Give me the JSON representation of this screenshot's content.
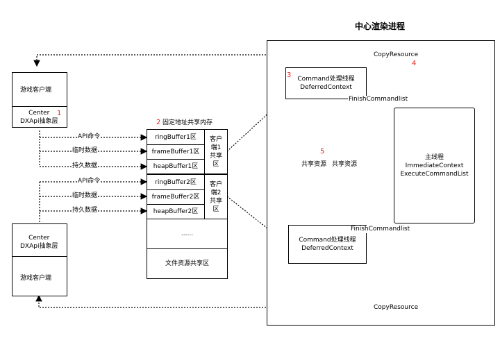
{
  "title": "中心渲染进程",
  "client_top": {
    "name": "游戏客户端",
    "api_layer": "Center\nDXApi抽象层",
    "marker": "1"
  },
  "client_bottom": {
    "name": "游戏客户端",
    "api_layer": "Center\nDXApi抽象层"
  },
  "shared_memory": {
    "header": "固定地址共享内存",
    "marker": "2",
    "group1_rows": [
      "ringBuffer1区",
      "frameBuffer1区",
      "heapBuffer1区"
    ],
    "group1_label": "客户\n端1\n共享\n区",
    "group2_rows": [
      "ringBuffer2区",
      "frameBuffer2区",
      "heapBuffer2区"
    ],
    "group2_label": "客户\n端2\n共享\n区",
    "ellipsis": "......",
    "file_area": "文件资源共享区"
  },
  "arrows_top": [
    "API命令",
    "临时数据",
    "持久数据"
  ],
  "arrows_bottom": [
    "API命令",
    "临时数据",
    "持久数据"
  ],
  "deferred_top": {
    "label": "Command处理线程\nDeferredContext",
    "marker": "3"
  },
  "deferred_bottom": {
    "label": "Command处理线程\nDeferredContext"
  },
  "main_thread": {
    "label": "主线程\nImmediateContext\nExecuteCommandList"
  },
  "labels": {
    "copy_top": "CopyResource",
    "copy_top_marker": "4",
    "copy_bottom": "CopyResource",
    "finish_top": "FinishCommandlist",
    "finish_bottom": "FinishCommandlist",
    "share_left": "共享资源",
    "share_right": "共享资源",
    "share_marker": "5"
  }
}
